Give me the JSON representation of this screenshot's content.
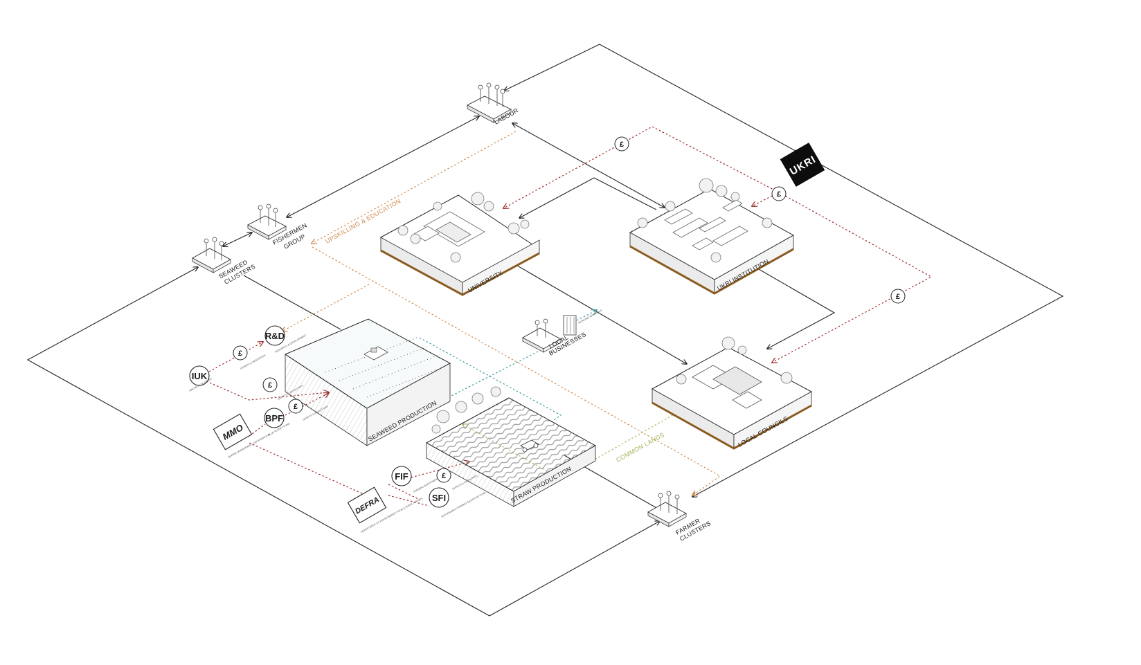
{
  "colors": {
    "line": "#222222",
    "money_red": "#9b2a2a",
    "education_orange": "#d18a4e",
    "common_green": "#a6b45a",
    "teal": "#3f9aa0",
    "slab_brown": "#8a5a1f",
    "ukri_black": "#0d0d0d"
  },
  "logo": {
    "text": "UKRI"
  },
  "people_nodes": {
    "labour": "LABOUR",
    "fisherman_line1": "FISHERMEN",
    "fisherman_line2": "GROUP",
    "seaweed_clusters_line1": "SEAWEED",
    "seaweed_clusters_line2": "CLUSTERS",
    "farmer_line1": "FARMER",
    "farmer_line2": "CLUSTERS",
    "local_business_line1": "LOCAL",
    "local_business_line2": "BUSINESSES",
    "local_business_sub": "WORKING MATERIALS"
  },
  "blocks": {
    "university": "UNIVERSITY",
    "ukri_institution": "UKRI INSTITUTION",
    "local_councils": "LOCAL COUNCILS",
    "seaweed_production": "SEAWEED PRODUCTION",
    "straw_production": "STRAW PRODUCTION"
  },
  "flow_labels": {
    "upskilling": "UPSKILLING & EDUCATION",
    "common_lands": "COMMON LANDS"
  },
  "organisations": {
    "iuk": {
      "label": "IUK",
      "sub": "INNOVATE UK GRANT"
    },
    "rd": {
      "label": "R&D",
      "sub": "RESEARCH & DEVELOPMENT"
    },
    "bpf": {
      "label": "BPF",
      "sub": "BLUE PLANET FUND"
    },
    "fif": {
      "label": "FIF",
      "sub": "FARMING INVESTMENT FUND"
    },
    "sfi": {
      "label": "SFI",
      "sub": "SUSTAINABLE FARMING INCENTIVE FUND"
    },
    "mmo": {
      "label": "MMO",
      "sub": "MARINE MANAGEMENT ORGANISATION"
    },
    "defra": {
      "label": "DEFRA",
      "sub": "DEPARTMENT OF ENVIRONMENT FOOD & RURAL AFFAIRS"
    }
  },
  "money": {
    "symbol": "£",
    "grants_sub": "GRANTS & INCENTIVES"
  }
}
